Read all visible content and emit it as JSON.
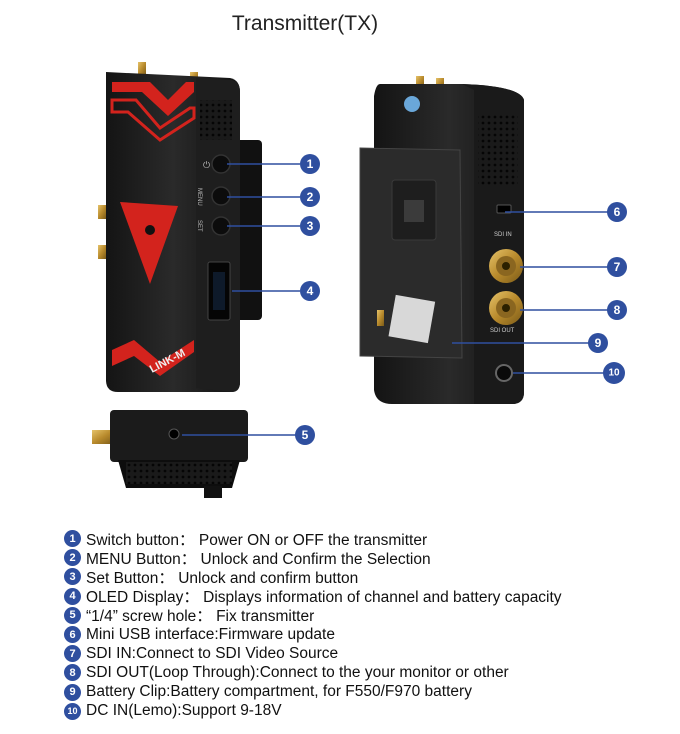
{
  "title": "Transmitter(TX)",
  "device_text": {
    "brand_logo": "LINK-M",
    "btn_power_label": "⏻",
    "btn_menu_label": "MENU",
    "btn_set_label": "SET",
    "sdi_in_label": "SDI IN",
    "sdi_out_label": "SDI OUT"
  },
  "callouts": [
    "1",
    "2",
    "3",
    "4",
    "5",
    "6",
    "7",
    "8",
    "9",
    "10"
  ],
  "legend": [
    {
      "num": "1",
      "text": "Switch button： Power ON or OFF the transmitter"
    },
    {
      "num": "2",
      "text": "MENU Button： Unlock and Confirm the Selection"
    },
    {
      "num": "3",
      "text": "Set Button： Unlock and confirm button"
    },
    {
      "num": "4",
      "text": "OLED Display： Displays information of channel and battery capacity"
    },
    {
      "num": "5",
      "text": "“1/4” screw hole： Fix transmitter"
    },
    {
      "num": "6",
      "text": "Mini USB interface:Firmware update"
    },
    {
      "num": "7",
      "text": "SDI IN:Connect to SDI Video Source"
    },
    {
      "num": "8",
      "text": "SDI OUT(Loop Through):Connect to the your monitor or other"
    },
    {
      "num": "9",
      "text": "Battery Clip:Battery compartment, for F550/F970 battery"
    },
    {
      "num": "10",
      "text": "DC IN(Lemo):Support 9-18V"
    }
  ],
  "colors": {
    "accent": "#2f4f9f",
    "device_body": "#1c1c1c",
    "device_red": "#d3231d",
    "connector_gold": "#c9a24a"
  }
}
